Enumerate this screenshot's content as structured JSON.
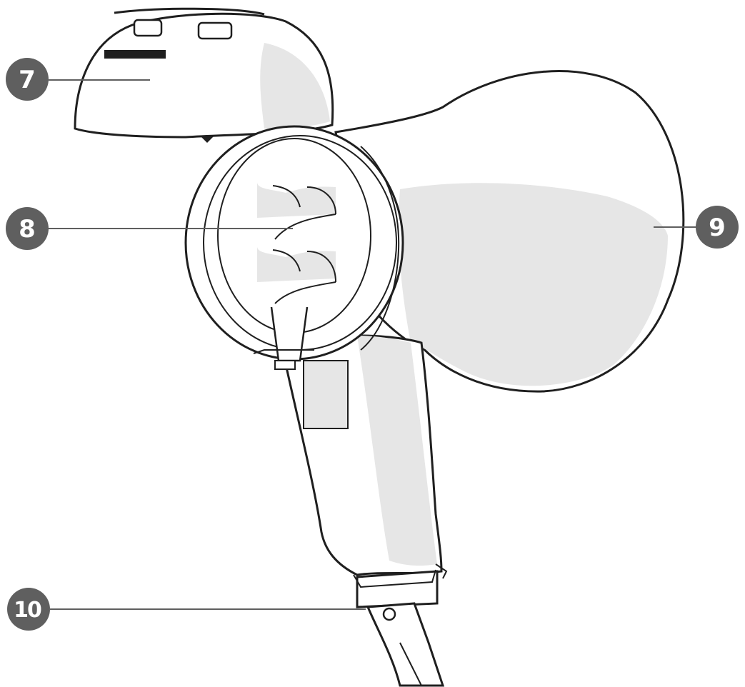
{
  "callouts": [
    {
      "id": "7",
      "label": "7"
    },
    {
      "id": "8",
      "label": "8"
    },
    {
      "id": "9",
      "label": "9"
    },
    {
      "id": "10",
      "label": "10"
    }
  ],
  "colors": {
    "badge": "#5f5f5f",
    "outline": "#1f1f1f",
    "shade": "#e6e6e6",
    "body": "#ffffff"
  }
}
